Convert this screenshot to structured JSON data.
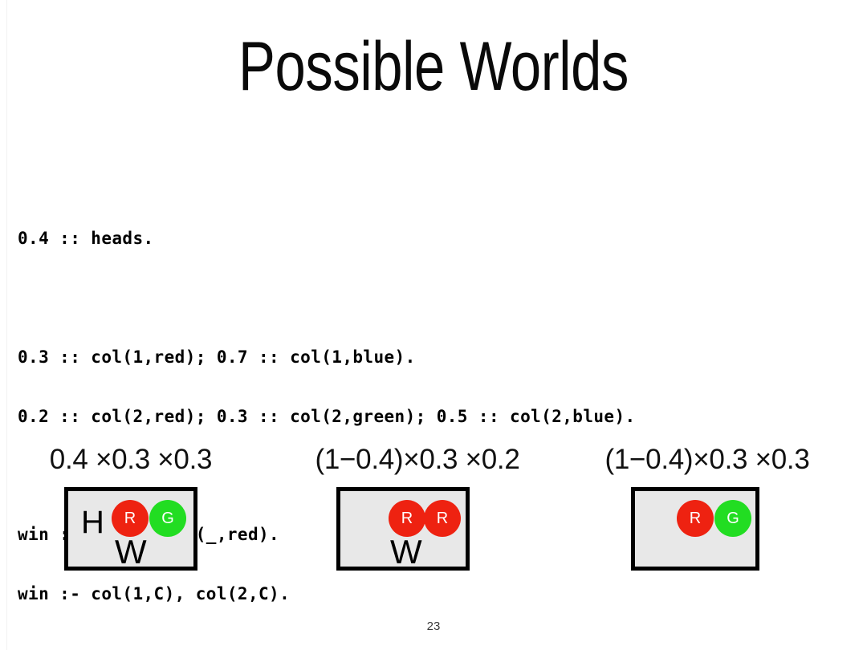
{
  "slide": {
    "title": "Possible Worlds",
    "page_number": "23",
    "background_color": "#ffffff"
  },
  "program": {
    "lines": [
      "0.4 :: heads.",
      "",
      "0.3 :: col(1,red); 0.7 :: col(1,blue).",
      "0.2 :: col(2,red); 0.3 :: col(2,green); 0.5 :: col(2,blue).",
      "",
      "win :- heads, col(_,red).",
      "win :- col(1,C), col(2,C)."
    ]
  },
  "worlds": [
    {
      "id": "world-1",
      "formula": "0.4 ×0.3 ×0.3",
      "coin_label": "H",
      "win_label": "W",
      "tokens": [
        {
          "label": "R",
          "color": "#ee2211"
        },
        {
          "label": "G",
          "color": "#22dd22"
        }
      ]
    },
    {
      "id": "world-2",
      "formula": "(1−0.4)×0.3 ×0.2",
      "coin_label": "",
      "win_label": "W",
      "tokens": [
        {
          "label": "R",
          "color": "#ee2211"
        },
        {
          "label": "R",
          "color": "#ee2211"
        }
      ]
    },
    {
      "id": "world-3",
      "formula": "(1−0.4)×0.3 ×0.3",
      "coin_label": "",
      "win_label": "",
      "tokens": [
        {
          "label": "R",
          "color": "#ee2211"
        },
        {
          "label": "G",
          "color": "#22dd22"
        }
      ]
    }
  ],
  "colors": {
    "red_token": "#ee2211",
    "green_token": "#22dd22",
    "box_fill": "#e8e8e8",
    "box_border": "#000000",
    "text": "#000000"
  }
}
